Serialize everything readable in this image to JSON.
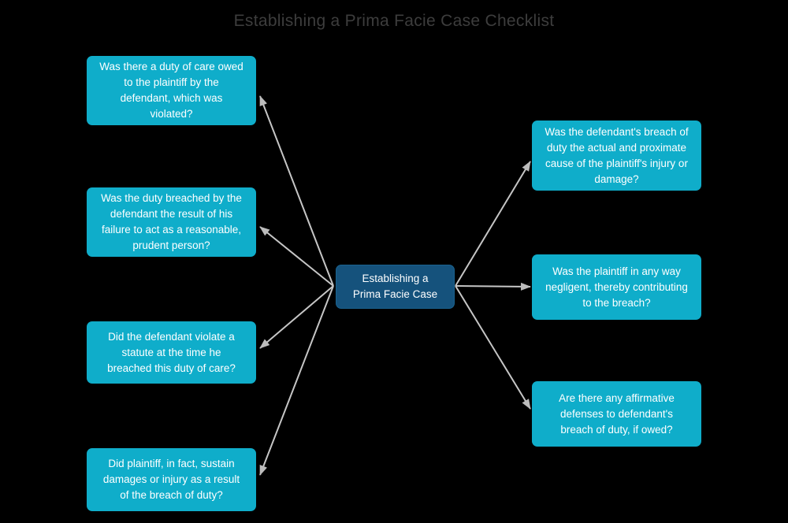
{
  "title": "Establishing a Prima Facie Case Checklist",
  "diagram": {
    "center": {
      "label": "Establishing a\nPrima Facie Case"
    },
    "left_nodes": [
      {
        "label": "Was there a duty of care owed\nto the plaintiff by the\ndefendant, which was\nviolated?"
      },
      {
        "label": "Was the duty breached by the\ndefendant the result of his\nfailure to act as a reasonable,\nprudent person?"
      },
      {
        "label": "Did the defendant violate a\nstatute at the time he\nbreached this duty of care?"
      },
      {
        "label": "Did plaintiff, in fact, sustain\ndamages or injury as a result\nof the breach of duty?"
      }
    ],
    "right_nodes": [
      {
        "label": "Was the defendant's breach of\nduty the actual and proximate\ncause of the plaintiff's injury or\ndamage?"
      },
      {
        "label": "Was the plaintiff in any way\nnegligent, thereby contributing\nto the breach?"
      },
      {
        "label": "Are there any affirmative\ndefenses to defendant's\nbreach of duty, if owed?"
      }
    ],
    "colors": {
      "background": "#000000",
      "question_node_fill": "#0fadca",
      "center_node_fill": "#15527c",
      "node_text": "#ffffff",
      "connector": "#c6c6c6",
      "title_text": "#3d3d3d"
    }
  }
}
